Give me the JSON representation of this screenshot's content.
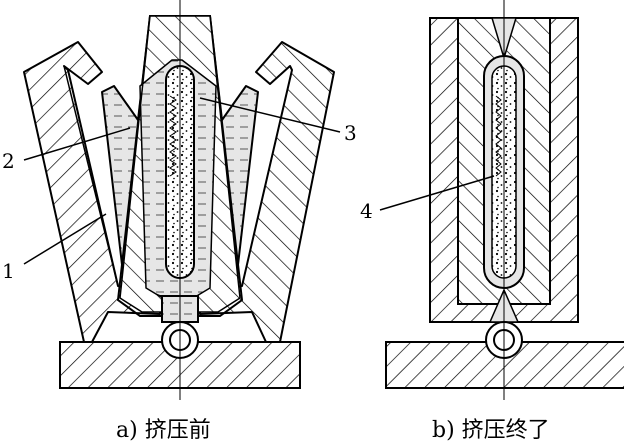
{
  "figure": {
    "caption_a": "a) 挤压前",
    "caption_b": "b) 挤压终了",
    "label_1": "1",
    "label_2": "2",
    "label_3": "3",
    "label_4": "4"
  },
  "colors": {
    "stroke": "#000000",
    "metal_fill": "#e6e6e6",
    "background": "#ffffff"
  }
}
